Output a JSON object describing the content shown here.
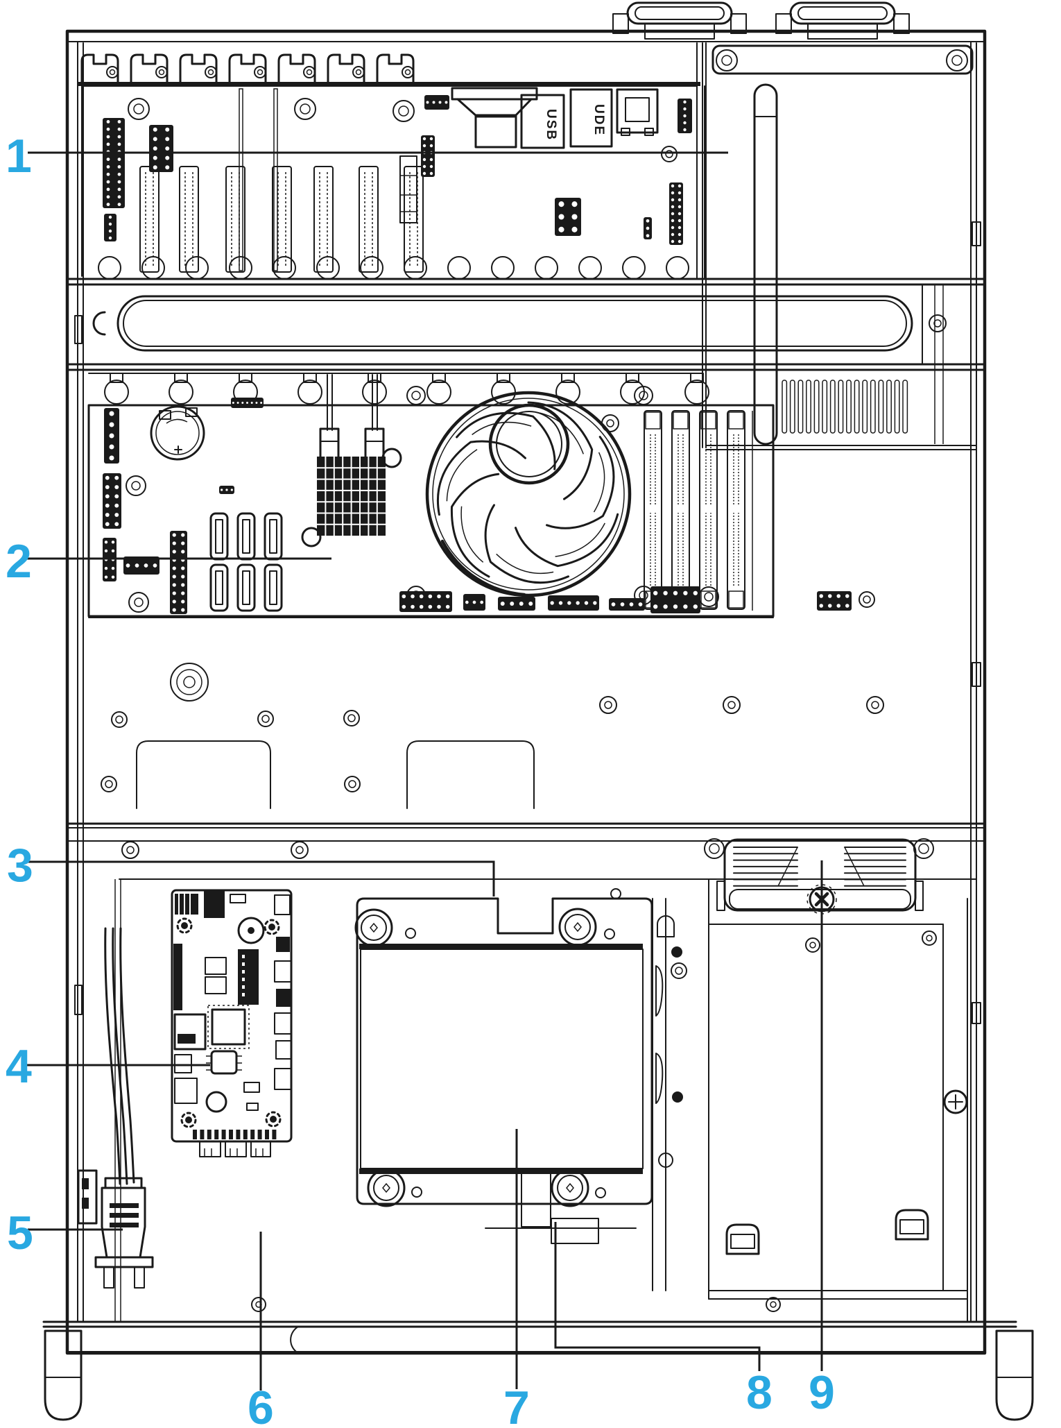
{
  "figure": {
    "description_type": "industrial-computer-chassis-internal-top-view",
    "background_color": "#ffffff",
    "line_color": "#1a1a1a",
    "callout_color": "#29A8E1",
    "callouts": [
      {
        "text": "1"
      },
      {
        "text": "2"
      },
      {
        "text": "3"
      },
      {
        "text": "4"
      },
      {
        "text": "5"
      },
      {
        "text": "6"
      },
      {
        "text": "7"
      },
      {
        "text": "8"
      },
      {
        "text": "9"
      }
    ],
    "connector_texts": {
      "usb": "USB",
      "ude": "UDE"
    }
  }
}
